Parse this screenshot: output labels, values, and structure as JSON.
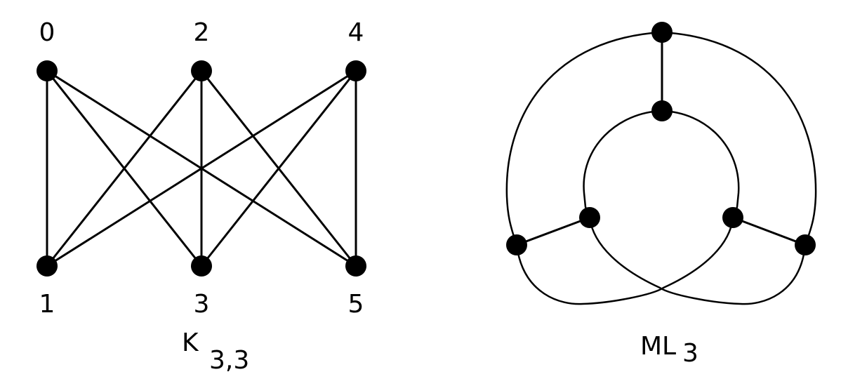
{
  "diagrams": [
    {
      "title": "K",
      "subscript": "3,3",
      "nodes": [
        {
          "id": "0",
          "label": "0"
        },
        {
          "id": "1",
          "label": "1"
        },
        {
          "id": "2",
          "label": "2"
        },
        {
          "id": "3",
          "label": "3"
        },
        {
          "id": "4",
          "label": "4"
        },
        {
          "id": "5",
          "label": "5"
        }
      ],
      "edges": [
        [
          "0",
          "1"
        ],
        [
          "0",
          "3"
        ],
        [
          "0",
          "5"
        ],
        [
          "2",
          "1"
        ],
        [
          "2",
          "3"
        ],
        [
          "2",
          "5"
        ],
        [
          "4",
          "1"
        ],
        [
          "4",
          "3"
        ],
        [
          "4",
          "5"
        ]
      ]
    },
    {
      "title": "ML",
      "subscript": "3",
      "nodes": [
        "outer-top",
        "inner-top",
        "inner-left",
        "inner-right",
        "outer-left",
        "outer-right"
      ]
    }
  ],
  "colors": {
    "stroke": "#000000",
    "background": "#ffffff"
  }
}
